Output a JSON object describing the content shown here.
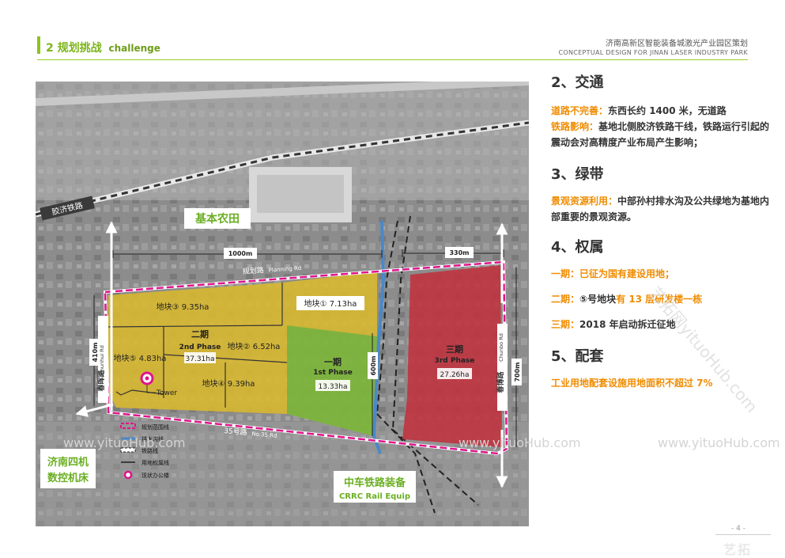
{
  "header": {
    "section_number": "2",
    "section_title": "规划挑战",
    "section_title_en": "challenge",
    "project_cn": "济南高新区智能装备城激光产业园区策划",
    "project_en": "CONCEPTUAL DESIGN FOR JINAN LASER INDUSTRY PARK"
  },
  "map": {
    "railway": "胶济铁路",
    "farmland": "基本农田",
    "planning_road": "规划路",
    "planning_road_en": "Planning Rd",
    "road35": "35号路",
    "road35_en": "No.35 Rd",
    "chunhui": "春晖路",
    "chunhui_en": "Chunhui Rd",
    "chunbo": "春博路",
    "chunbo_en": "Chunbo Rd",
    "dim_1000": "1000m",
    "dim_330": "330m",
    "dim_410": "410m",
    "dim_600": "600m",
    "dim_700": "700m",
    "plot3": "地块③ 9.35ha",
    "plot1": "地块① 7.13ha",
    "plot2": "地块② 6.52ha",
    "plot5": "地块⑤ 4.83ha",
    "plot4": "地块④ 9.39ha",
    "phase2_cn": "二期",
    "phase2_en": "2nd Phase",
    "phase2_area": "37.31ha",
    "phase1_cn": "一期",
    "phase1_en": "1st Phase",
    "phase1_area": "13.33ha",
    "phase3_cn": "三期",
    "phase3_en": "3rd Phase",
    "phase3_area": "27.26ha",
    "tower": "Tower",
    "machine_tool_line1": "济南四机",
    "machine_tool_line2": "数控机床",
    "crrc_cn": "中车铁路装备",
    "crrc_en": "CRRC Rail Equip",
    "legend": [
      "规划范围线",
      "排水沟线",
      "铁路线",
      "用地权属线",
      "现状办公楼"
    ],
    "colors": {
      "phase2": "#d9b82e",
      "phase1": "#7db53a",
      "phase3": "#c0313e",
      "boundary": "#e0148c",
      "label_green": "#6aaf22"
    }
  },
  "panel": {
    "s2_title": "2、交通",
    "s2_k1": "道路不完善：",
    "s2_v1": "东西长约 1400 米，无道路",
    "s2_k2": "铁路影响：",
    "s2_v2": "基地北侧胶济铁路干线，铁路运行引起的震动会对高精度产业布局产生影响；",
    "s3_title": "3、绿带",
    "s3_k1": "景观资源利用：",
    "s3_v1": "中部孙村排水沟及公共绿地为基地内部重要的景观资源。",
    "s4_title": "4、权属",
    "s4_k1": "一期：",
    "s4_v1": "已征为国有建设用地；",
    "s4_k2": "二期：",
    "s4_v2a": "⑤号地块",
    "s4_v2b": "有 13 层研发楼一栋",
    "s4_k3": "三期：",
    "s4_v3": "2018 年启动拆迁征地",
    "s5_title": "5、配套",
    "s5_v1": "工业用地配套设施用地面积不超过 7%"
  },
  "watermarks": {
    "left": "www.yituoHub.com",
    "mid": "www.yituoHub.com",
    "right": "www.yituoHub.com",
    "diag": "艺拓网yituoHub.com"
  },
  "footer": {
    "page": "- 4 -",
    "logo": "艺拓"
  }
}
